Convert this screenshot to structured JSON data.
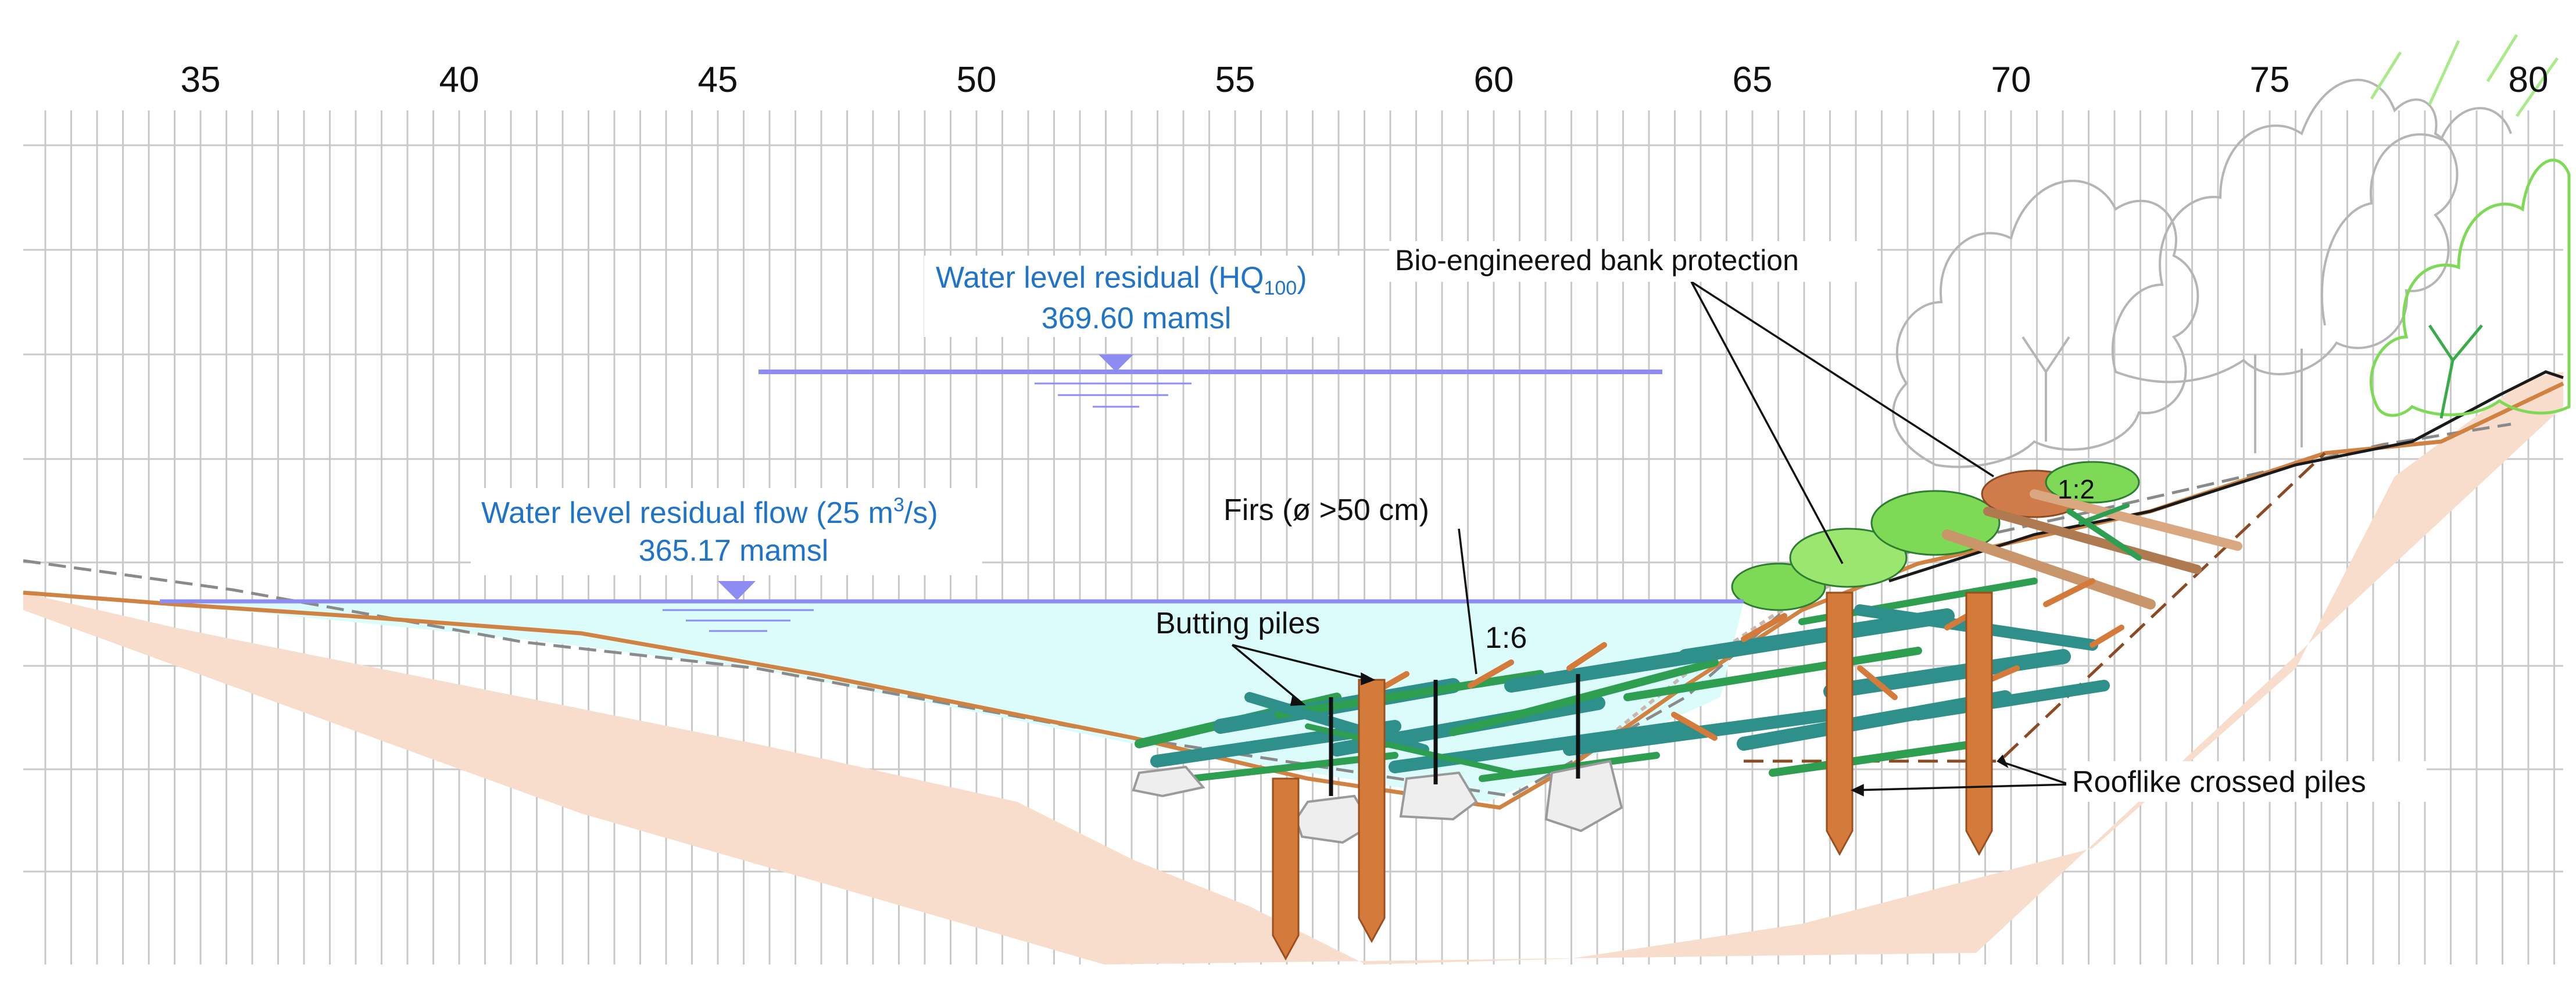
{
  "axis": {
    "ticks": [
      "35",
      "40",
      "45",
      "50",
      "55",
      "60",
      "65",
      "70",
      "75",
      "80"
    ]
  },
  "labels": {
    "hq100_title": "Water level residual (HQ",
    "hq100_sub": "100",
    "hq100_close": ")",
    "hq100_value": "369.60 mamsl",
    "residual_title": "Water level residual flow (25 m",
    "residual_sup": "3",
    "residual_close": "/s)",
    "residual_value": "365.17 mamsl",
    "bio_bank": "Bio-engineered bank protection",
    "firs": "Firs (ø  >50 cm)",
    "butting_piles": "Butting piles",
    "slope_1_6": "1:6",
    "slope_1_2": "1:2",
    "rooflike_piles": "Rooflike crossed piles"
  },
  "colors": {
    "grid": "#c9c9c9",
    "water_line": "#8c8cf2",
    "water_fill": "#dcfbfb",
    "soil_fill": "#f8ddcc",
    "bank_line": "#cf8242",
    "pile": "#d47a3a",
    "fir_dark": "#2f8f8a",
    "fir_green": "#2e9e50",
    "label_blue": "#1f73c9",
    "shrub_green": "#7ed957",
    "tree_outline": "#b5b5b5"
  }
}
